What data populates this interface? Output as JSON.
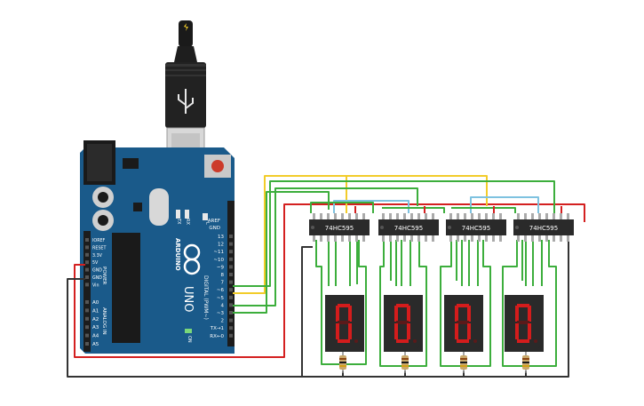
{
  "arduino": {
    "logo_text": "UNO",
    "brand": "ARDUINO",
    "header_aref": "AREF",
    "header_gnd": "GND",
    "digital_label": "DIGITAL (PWM~)",
    "digital_pins": [
      "13",
      "12",
      "~11",
      "~10",
      "~9",
      "8",
      "7",
      "~6",
      "~5",
      "4",
      "~3",
      "2",
      "TX→1",
      "RX←0"
    ],
    "power_pins": [
      "IOREF",
      "RESET",
      "3.3V",
      "5V",
      "GND",
      "GND",
      "Vin"
    ],
    "power_label": "POWER",
    "analog_pins": [
      "A0",
      "A1",
      "A2",
      "A3",
      "A4",
      "A5"
    ],
    "analog_label": "ANALOG IN",
    "led_l": "L",
    "led_tx": "TX",
    "led_rx": "RX",
    "on_label": "ON",
    "colors": {
      "board": "#1a5a8a",
      "board_dark": "#12456b",
      "header": "#1c1c1c"
    }
  },
  "shift_registers": [
    {
      "label": "74HC595"
    },
    {
      "label": "74HC595"
    },
    {
      "label": "74HC595"
    },
    {
      "label": "74HC595"
    }
  ],
  "displays": [
    {
      "digit": "0"
    },
    {
      "digit": "0"
    },
    {
      "digit": "0"
    },
    {
      "digit": "0"
    }
  ],
  "wire_colors": {
    "red": "#d42020",
    "black": "#333333",
    "green": "#3cae3c",
    "yellow": "#f2cc2a",
    "blue": "#7ec2e0"
  }
}
